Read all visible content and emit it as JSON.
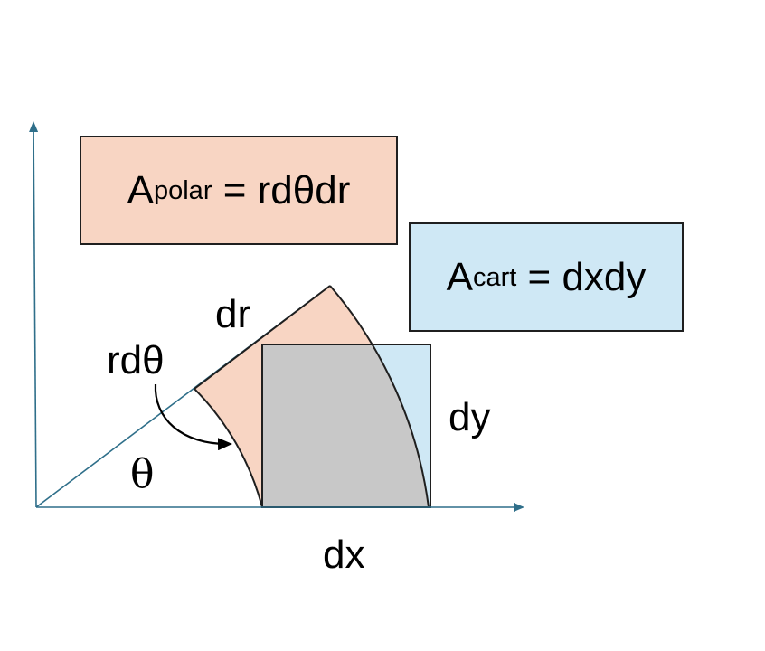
{
  "colors": {
    "polar_fill": "#f8d5c3",
    "cart_fill": "#cfe8f5",
    "overlap_fill": "#c8c8c8",
    "axis": "#2f6f8a",
    "outline": "#1f1f1f"
  },
  "polar_box": {
    "base": "A",
    "sub": "polar",
    "rhs": "= rdθdr"
  },
  "cart_box": {
    "base": "A",
    "sub": "cart",
    "rhs": "= dxdy"
  },
  "labels": {
    "dr": "dr",
    "rdtheta": "rdθ",
    "theta": "θ",
    "dy": "dy",
    "dx": "dx"
  }
}
